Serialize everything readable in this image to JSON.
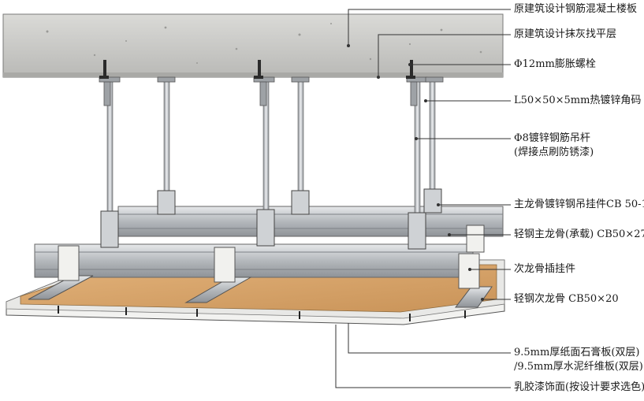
{
  "labels": {
    "slab": "原建筑设计钢筋混凝土楼板",
    "plaster": "原建筑设计抹灰找平层",
    "bolt": "Φ12mm膨胀螺栓",
    "angle": "L50×50×5mm热镀锌角码",
    "rod_line1": "Φ8镀锌钢筋吊杆",
    "rod_line2": "(焊接点刷防锈漆)",
    "hanger": "主龙骨镀锌钢吊挂件CB 50-1",
    "main_keel": "轻钢主龙骨(承载) CB50×27",
    "clip": "次龙骨插挂件",
    "sub_keel": "轻钢次龙骨 CB50×20",
    "board_line1": "9.5mm厚纸面石膏板(双层)",
    "board_line2": "/9.5mm厚水泥纤维板(双层)",
    "finish": "乳胶漆饰面(按设计要求选色)"
  },
  "colors": {
    "concrete": "#c9c9c6",
    "steel": "#b8bcc0",
    "board": "#d8a46c",
    "leader": "#333333"
  }
}
